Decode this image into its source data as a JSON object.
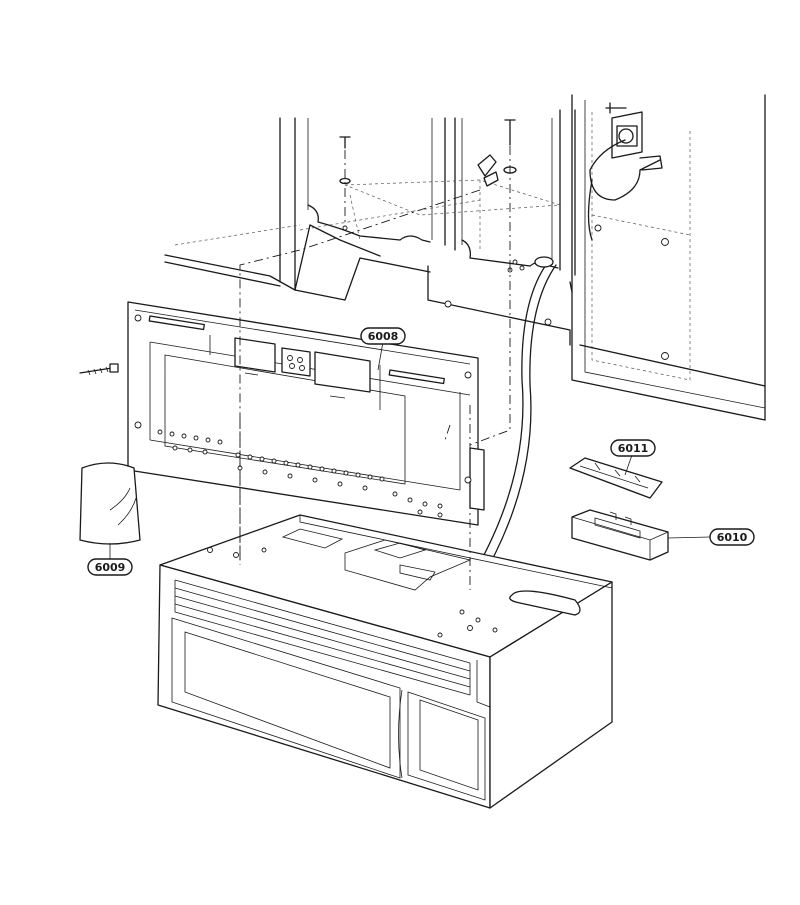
{
  "callouts": {
    "mounting_plate": "6008",
    "template_pack": "6009",
    "damper_base": "6010",
    "damper_flap": "6011"
  }
}
